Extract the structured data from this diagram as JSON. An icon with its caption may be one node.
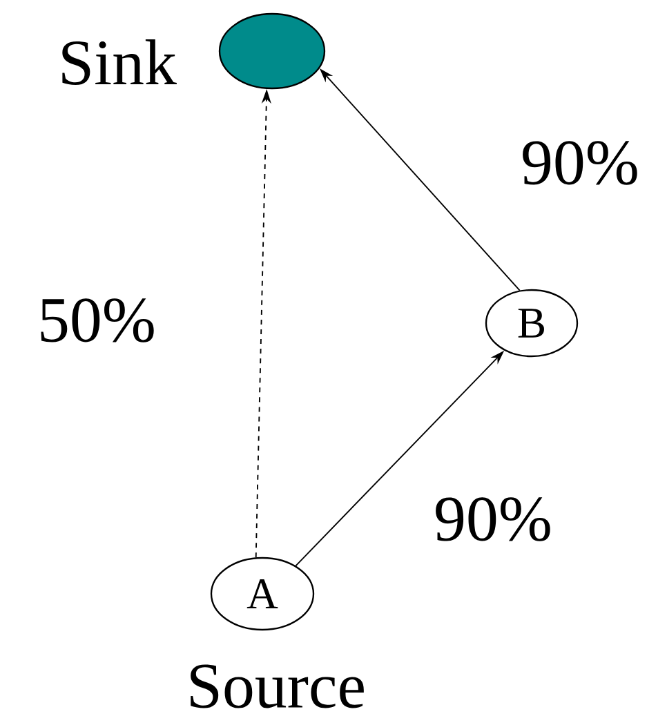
{
  "diagram": {
    "nodes": [
      {
        "text": [],
        "shape": "ellipse",
        "beside": [
          "Sink"
        ]
      },
      {
        "text": [
          "B"
        ]
      },
      {
        "text": [
          "A"
        ],
        "beside": [
          "Source"
        ]
      }
    ],
    "edges": [
      {
        "from": 2,
        "to": 0,
        "arrow": "to",
        "style": "dashed",
        "label": "50%"
      },
      {
        "from": 1,
        "to": 0,
        "arrow": "to",
        "label": "90%"
      },
      {
        "from": 2,
        "to": 1,
        "arrow": "to",
        "label": "90%"
      }
    ]
  }
}
